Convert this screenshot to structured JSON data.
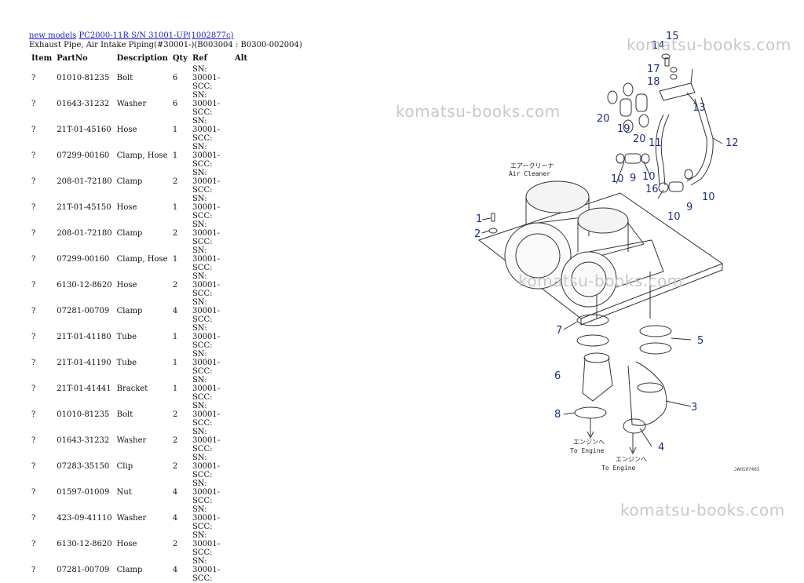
{
  "breadcrumb": {
    "link1": "new models",
    "link2": "PC2000-11R S/N 31001-UP(1002877c)"
  },
  "page_title": "Exhaust Pipe, Air Intake Piping(#30001-)(B003004 : B0300-002004)",
  "table": {
    "headers": [
      "Item",
      "PartNo",
      "Description",
      "Qty",
      "Ref",
      "Alt"
    ],
    "rows": [
      {
        "item": "?",
        "part": "01010-81235",
        "desc": "Bolt",
        "qty": "6",
        "ref1": "SN: 30001-",
        "ref2": "SCC:"
      },
      {
        "item": "?",
        "part": "01643-31232",
        "desc": "Washer",
        "qty": "6",
        "ref1": "SN: 30001-",
        "ref2": "SCC:"
      },
      {
        "item": "?",
        "part": "21T-01-45160",
        "desc": "Hose",
        "qty": "1",
        "ref1": "SN: 30001-",
        "ref2": "SCC:"
      },
      {
        "item": "?",
        "part": "07299-00160",
        "desc": "Clamp, Hose",
        "qty": "1",
        "ref1": "SN: 30001-",
        "ref2": "SCC:"
      },
      {
        "item": "?",
        "part": "208-01-72180",
        "desc": "Clamp",
        "qty": "2",
        "ref1": "SN: 30001-",
        "ref2": "SCC:"
      },
      {
        "item": "?",
        "part": "21T-01-45150",
        "desc": "Hose",
        "qty": "1",
        "ref1": "SN: 30001-",
        "ref2": "SCC:"
      },
      {
        "item": "?",
        "part": "208-01-72180",
        "desc": "Clamp",
        "qty": "2",
        "ref1": "SN: 30001-",
        "ref2": "SCC:"
      },
      {
        "item": "?",
        "part": "07299-00160",
        "desc": "Clamp, Hose",
        "qty": "1",
        "ref1": "SN: 30001-",
        "ref2": "SCC:"
      },
      {
        "item": "?",
        "part": "6130-12-8620",
        "desc": "Hose",
        "qty": "2",
        "ref1": "SN: 30001-",
        "ref2": "SCC:"
      },
      {
        "item": "?",
        "part": "07281-00709",
        "desc": "Clamp",
        "qty": "4",
        "ref1": "SN: 30001-",
        "ref2": "SCC:"
      },
      {
        "item": "?",
        "part": "21T-01-41180",
        "desc": "Tube",
        "qty": "1",
        "ref1": "SN: 30001-",
        "ref2": "SCC:"
      },
      {
        "item": "?",
        "part": "21T-01-41190",
        "desc": "Tube",
        "qty": "1",
        "ref1": "SN: 30001-",
        "ref2": "SCC:"
      },
      {
        "item": "?",
        "part": "21T-01-41441",
        "desc": "Bracket",
        "qty": "1",
        "ref1": "SN: 30001-",
        "ref2": "SCC:"
      },
      {
        "item": "?",
        "part": "01010-81235",
        "desc": "Bolt",
        "qty": "2",
        "ref1": "SN: 30001-",
        "ref2": "SCC:"
      },
      {
        "item": "?",
        "part": "01643-31232",
        "desc": "Washer",
        "qty": "2",
        "ref1": "SN: 30001-",
        "ref2": "SCC:"
      },
      {
        "item": "?",
        "part": "07283-35150",
        "desc": "Clip",
        "qty": "2",
        "ref1": "SN: 30001-",
        "ref2": "SCC:"
      },
      {
        "item": "?",
        "part": "01597-01009",
        "desc": "Nut",
        "qty": "4",
        "ref1": "SN: 30001-",
        "ref2": "SCC:"
      },
      {
        "item": "?",
        "part": "423-09-41110",
        "desc": "Washer",
        "qty": "4",
        "ref1": "SN: 30001-",
        "ref2": "SCC:"
      },
      {
        "item": "?",
        "part": "6130-12-8620",
        "desc": "Hose",
        "qty": "2",
        "ref1": "SN: 30001-",
        "ref2": "SCC:"
      },
      {
        "item": "?",
        "part": "07281-00709",
        "desc": "Clamp",
        "qty": "4",
        "ref1": "SN: 30001-",
        "ref2": "SCC:"
      }
    ]
  },
  "watermark": "komatsu-books.com",
  "diagram": {
    "air_cleaner_jp": "エアークリーナ",
    "air_cleaner_en": "Air Cleaner",
    "to_engine_jp": "エンジンへ",
    "to_engine_en": "To Engine",
    "drawing_code": "JAH10746S",
    "callouts": [
      "1",
      "2",
      "3",
      "4",
      "5",
      "6",
      "7",
      "8",
      "9",
      "9",
      "10",
      "10",
      "10",
      "10",
      "11",
      "12",
      "13",
      "14",
      "15",
      "16",
      "17",
      "18",
      "19",
      "20",
      "20"
    ]
  }
}
